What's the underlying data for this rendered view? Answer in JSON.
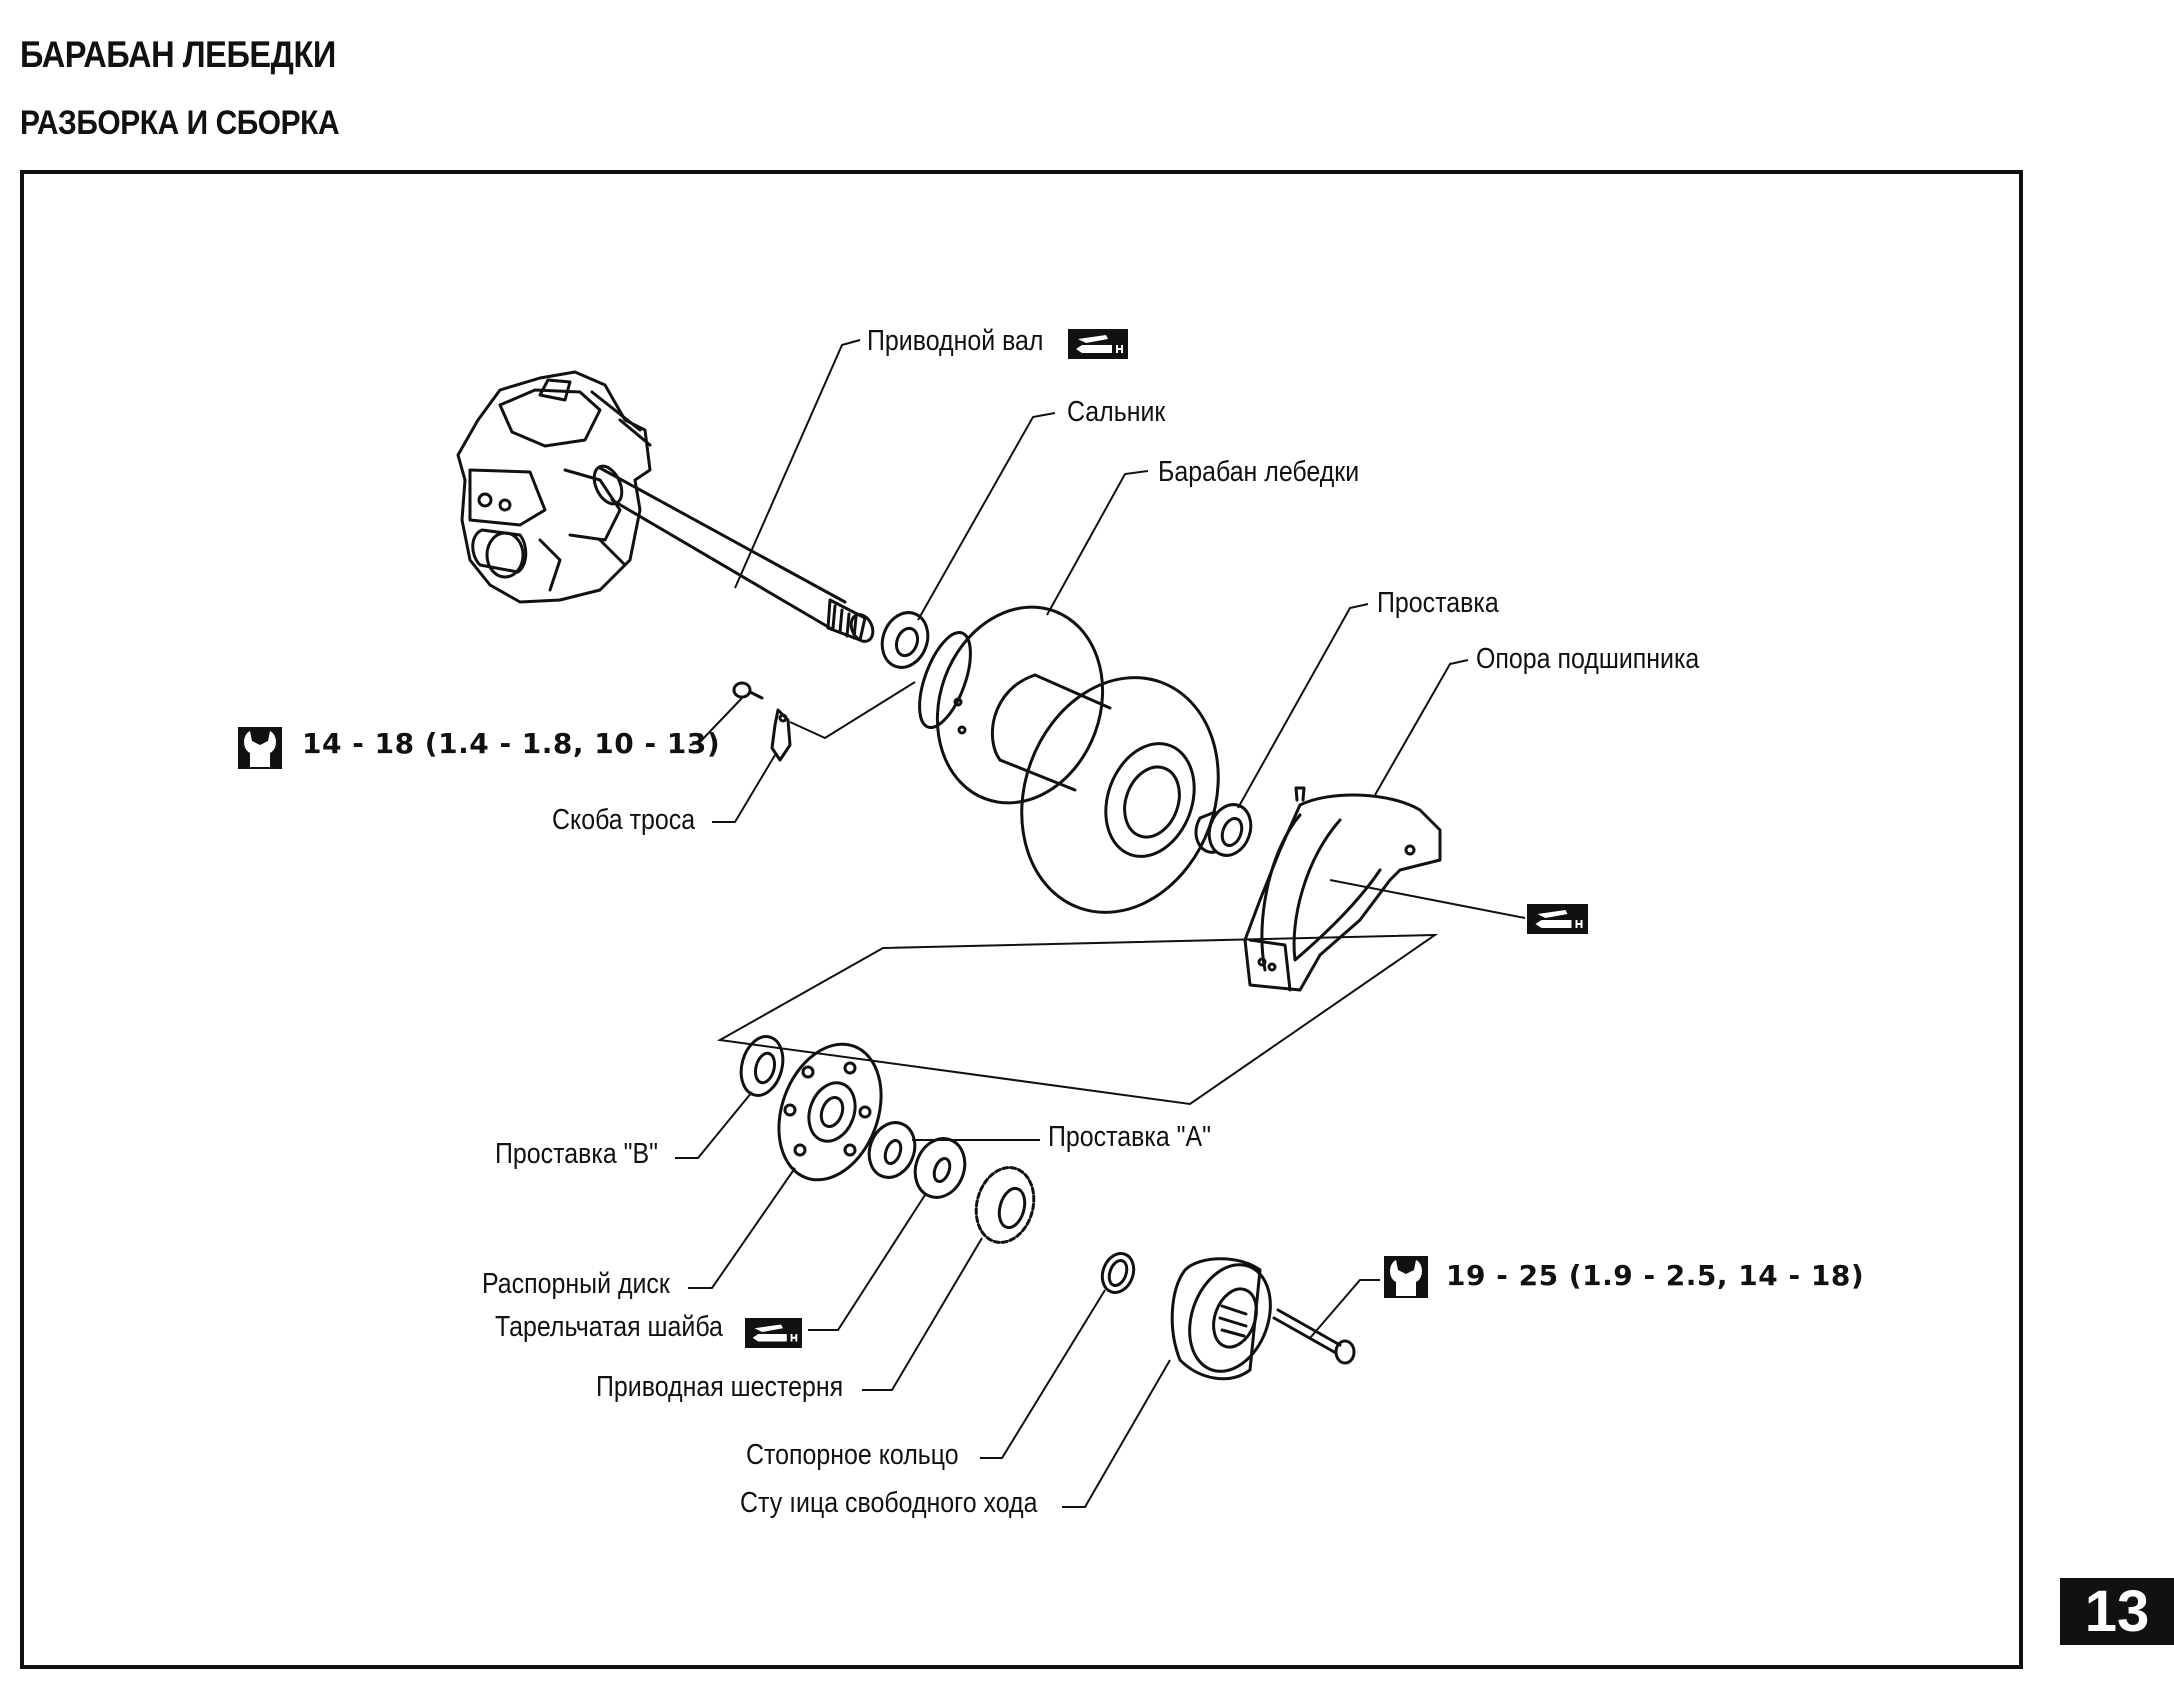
{
  "header": {
    "title": "БАРАБАН ЛЕБЕДКИ",
    "subtitle": "РАЗБОРКА И СБОРКА"
  },
  "diagram": {
    "labels": {
      "drive_shaft": "Приводной вал",
      "oil_seal": "Сальник",
      "winch_drum": "Барабан лебедки",
      "spacer": "Проставка",
      "bearing_support": "Опора подшипника",
      "cable_clamp": "Скоба троса",
      "spacer_b": "Проставка \"B\"",
      "spacer_a": "Проставка \"A\"",
      "spacer_disc": "Распорный диск",
      "disc_washer": "Тарельчатая шайба",
      "drive_gear": "Приводная шестерня",
      "snap_ring": "Стопорное кольцо",
      "free_wheel_hub": "Сту ıица свободного хода"
    },
    "torque_specs": {
      "clamp_bolt": "14 - 18 (1.4 - 1.8, 10 - 13)",
      "hub_bolt": "19 - 25 (1.9 - 2.5, 14 - 18)"
    },
    "icons": {
      "grease": "grease-gun-icon",
      "torque": "torque-wrench-icon"
    }
  },
  "page_number": "13"
}
